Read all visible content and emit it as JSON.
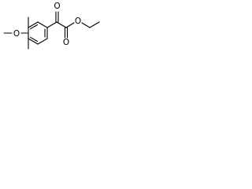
{
  "structure": {
    "atoms": {
      "carbonyl_oxygen": "O",
      "ester_oxygen": "O",
      "ester_carbonyl_oxygen": "O",
      "methoxy_oxygen": "O"
    }
  }
}
